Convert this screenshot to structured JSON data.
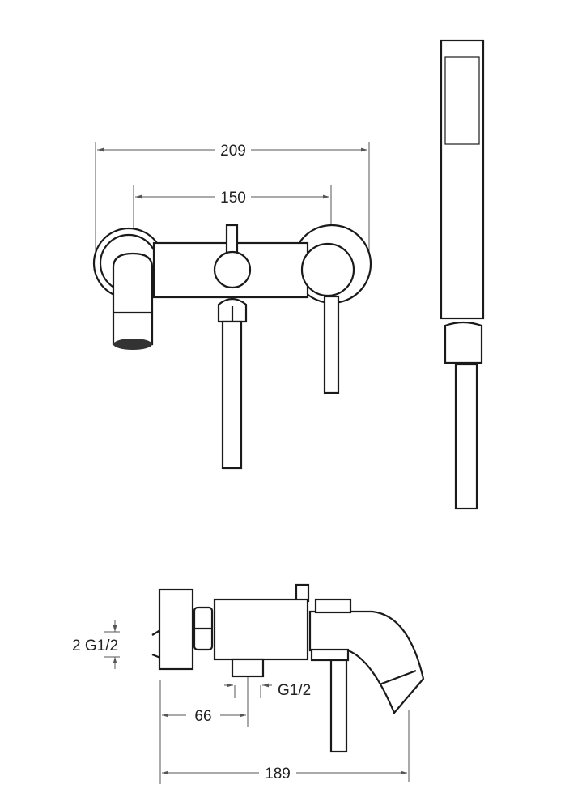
{
  "dimensions": {
    "overall_width": "209",
    "center_distance": "150",
    "inlet_thread": "2 G1/2",
    "outlet_thread": "G1/2",
    "wall_to_outlet": "66",
    "projection": "189"
  },
  "colors": {
    "line": "#1a1a1a",
    "dimension": "#555555",
    "background": "#ffffff"
  }
}
